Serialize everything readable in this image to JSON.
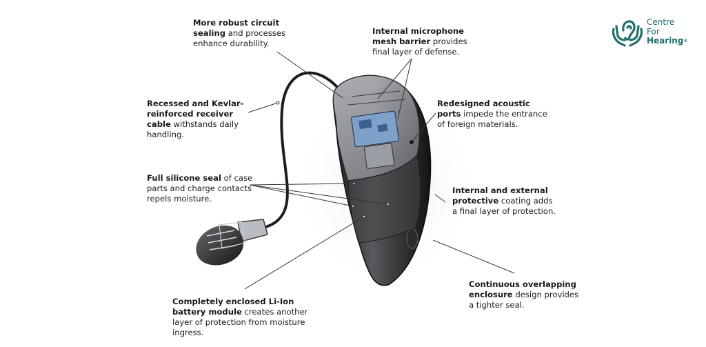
{
  "brand": {
    "line1": "Centre",
    "line2": "For",
    "line3": "Hearing",
    "mark": "®",
    "color": "#1f6f6a"
  },
  "callouts": {
    "circuit_sealing": {
      "bold": "More robust circuit sealing",
      "text": " and processes enhance durability."
    },
    "microphone_mesh": {
      "bold": "Internal microphone mesh barrier",
      "text": " provides final layer of defense."
    },
    "receiver_cable": {
      "bold": "Recessed and Kevlar-reinforced receiver cable",
      "text": " withstands daily handling."
    },
    "acoustic_ports": {
      "bold": "Redesigned acoustic ports",
      "text": " impede the entrance of foreign materials."
    },
    "silicone_seal": {
      "bold": "Full silicone seal",
      "text": " of case parts and charge contacts repels moisture."
    },
    "protective_coating": {
      "bold": "Internal and external protective",
      "text": " coating adds a final layer of protection."
    },
    "overlapping_enclosure": {
      "bold": "Continuous overlapping enclosure",
      "text": " design provides a tighter seal."
    },
    "battery_module": {
      "bold": "Completely enclosed Li-Ion battery module",
      "text": " creates another layer of protection from moisture ingress."
    }
  }
}
